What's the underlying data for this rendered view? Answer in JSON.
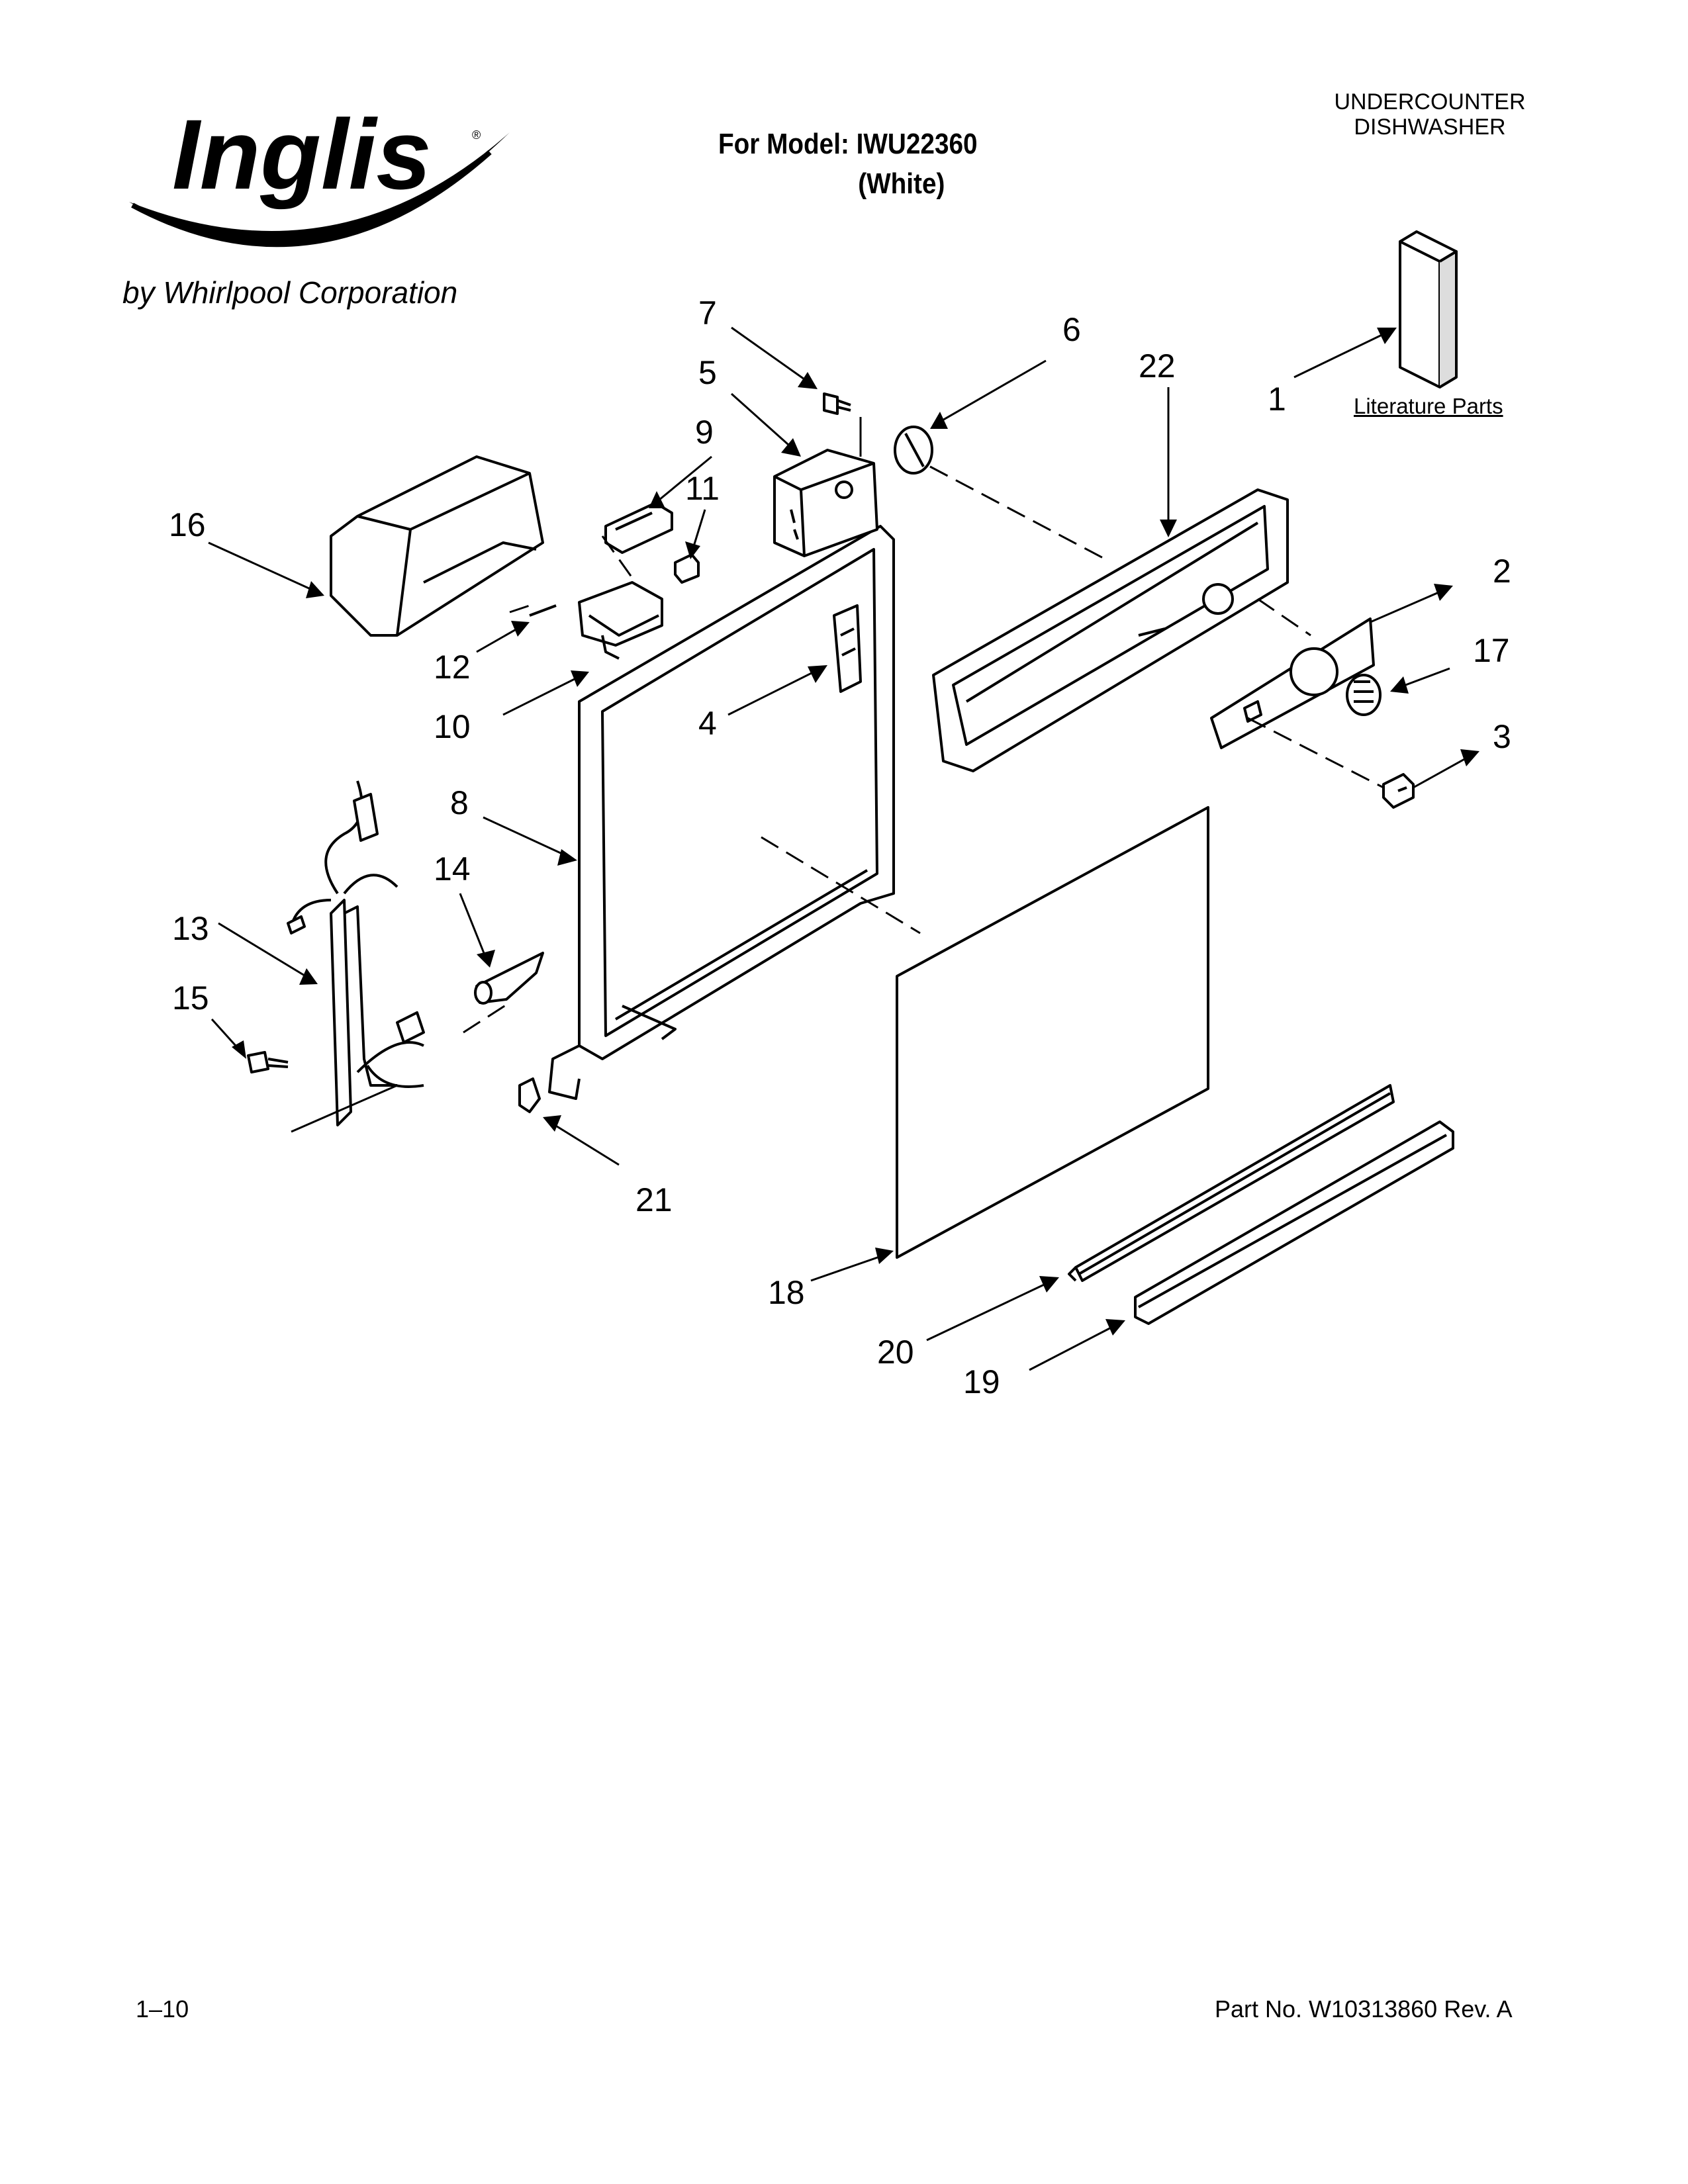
{
  "brand": {
    "logo_text": "Inglis",
    "subtitle": "by Whirlpool Corporation"
  },
  "model": {
    "line1": "For Model: IWU22360",
    "line2": "(White)"
  },
  "appliance_type": {
    "line1": "UNDERCOUNTER",
    "line2": "DISHWASHER"
  },
  "literature_label": "Literature Parts",
  "callouts": [
    "1",
    "2",
    "3",
    "4",
    "5",
    "6",
    "7",
    "8",
    "9",
    "10",
    "11",
    "12",
    "13",
    "14",
    "15",
    "16",
    "17",
    "18",
    "19",
    "20",
    "21",
    "22"
  ],
  "footer": {
    "page": "1–10",
    "part_no": "Part No. W10313860 Rev. A"
  }
}
